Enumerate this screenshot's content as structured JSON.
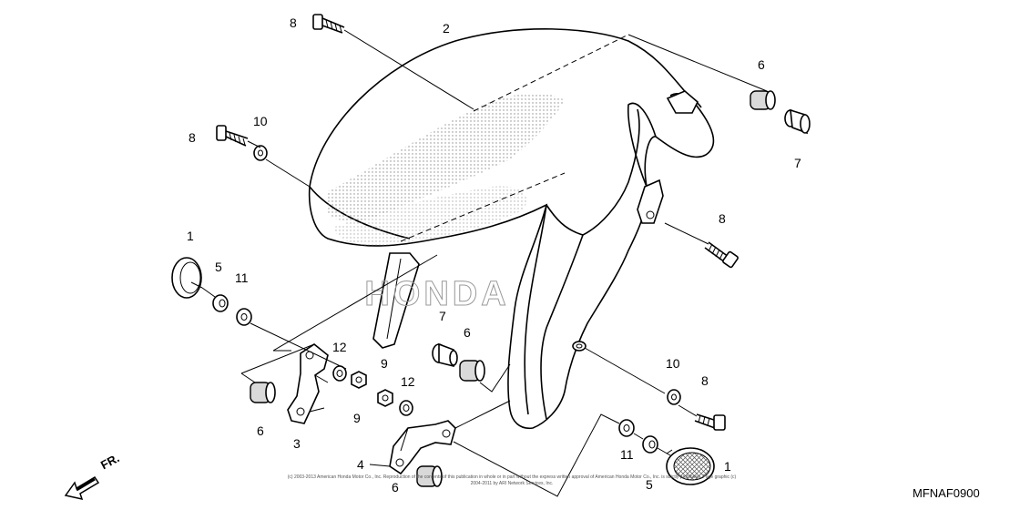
{
  "diagram": {
    "diagram_code": "MFNAF0900",
    "direction_label": "FR.",
    "copyright": "(c) 2003-2013 American Honda Motor Co., Inc. Reproduction of the contents of this publication in whole or in part without the express written approval of American Honda Motor Co., Inc. is strictly prohibited. Page graphic (c) 2004-2011 by ARI Network Services, Inc.",
    "fender_logo_text": "HONDA",
    "callouts": {
      "c8_top": "8",
      "c2": "2",
      "c6_right": "6",
      "c7_right": "7",
      "c8_left": "8",
      "c10_left": "10",
      "c8_right": "8",
      "c1_left": "1",
      "c5_left": "5",
      "c11_left": "11",
      "c7_mid": "7",
      "c6_mid": "6",
      "c12_upper": "12",
      "c9_upper": "9",
      "c9_lower": "9",
      "c12_lower": "12",
      "c6_lower_left": "6",
      "c3": "3",
      "c10_right": "10",
      "c8_lower_right": "8",
      "c4": "4",
      "c6_bottom": "6",
      "c11_right": "11",
      "c5_right": "5",
      "c1_right": "1"
    }
  }
}
